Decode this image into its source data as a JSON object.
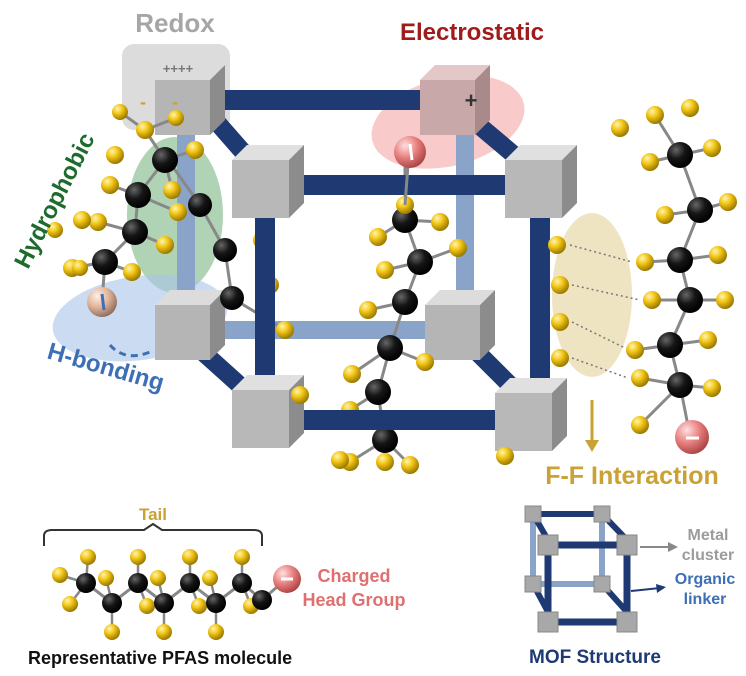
{
  "labels": {
    "redox": "Redox",
    "redox_charges": "++++",
    "electrostatic": "Electrostatic",
    "electrostatic_charge": "+",
    "hydrophobic": "Hydrophobic",
    "h_bonding": "H-bonding",
    "ff_interaction": "F-F Interaction",
    "tail": "Tail",
    "head_line1": "Charged",
    "head_line2": "Head Group",
    "pfas_caption": "Representative PFAS molecule",
    "metal_line1": "Metal",
    "metal_line2": "cluster",
    "linker_line1": "Organic",
    "linker_line2": "linker",
    "mof_caption": "MOF Structure",
    "minus": "-"
  },
  "colors": {
    "redox": "#a6a6a6",
    "electrostatic": "#a01c1c",
    "hydrophobic": "#1e6b2e",
    "h_bonding": "#3d6fb6",
    "ff_interaction": "#c9a233",
    "tail": "#c9a233",
    "head_group": "#e07070",
    "linker": "#1f3a73",
    "metal_cluster": "#9c9c9c",
    "carbon": "#111111",
    "fluorine": "#f0c11a"
  }
}
